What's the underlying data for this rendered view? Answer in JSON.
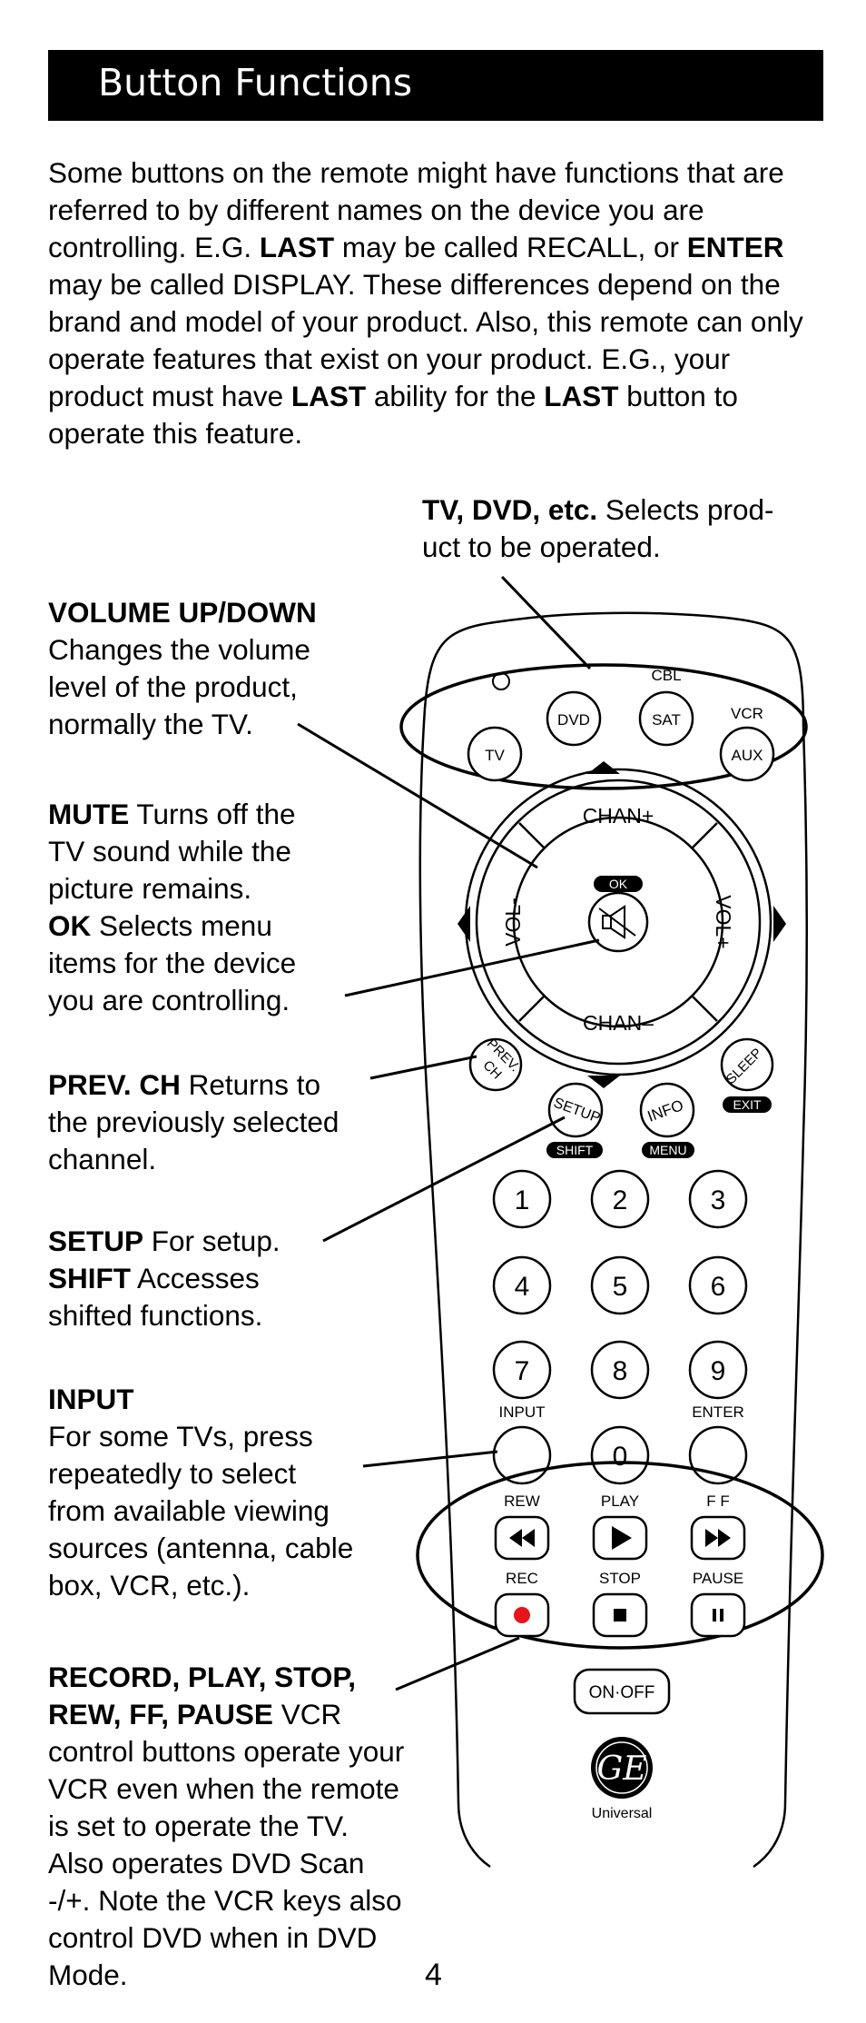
{
  "header": {
    "title": "Button Functions"
  },
  "intro": [
    {
      "t": "Some buttons on the remote might have functions that are referred to by different names on the device you are controlling. E.G. "
    },
    {
      "t": "LAST",
      "b": true
    },
    {
      "t": " may be called RECALL, or "
    },
    {
      "t": "ENTER",
      "b": true
    },
    {
      "t": " may be called DISPLAY. These differences depend on the brand and model of your product. Also, this remote can only operate features that exist on your product. E.G., your product must have "
    },
    {
      "t": "LAST",
      "b": true
    },
    {
      "t": " ability for the "
    },
    {
      "t": "LAST",
      "b": true
    },
    {
      "t": " button to operate this feature."
    }
  ],
  "annotations": {
    "tv_dvd": [
      {
        "t": "TV, DVD, etc.",
        "b": true
      },
      {
        "t": " Selects prod-"
      },
      {
        "br": true
      },
      {
        "t": "uct to be operated."
      }
    ],
    "volume": [
      {
        "t": "VOLUME UP/DOWN",
        "b": true
      },
      {
        "br": true
      },
      {
        "t": "Changes the volume"
      },
      {
        "br": true
      },
      {
        "t": "level of the product,"
      },
      {
        "br": true
      },
      {
        "t": "normally the TV."
      }
    ],
    "mute_ok": [
      {
        "t": "MUTE",
        "b": true
      },
      {
        "t": " Turns off the"
      },
      {
        "br": true
      },
      {
        "t": "TV sound while the"
      },
      {
        "br": true
      },
      {
        "t": "picture remains."
      },
      {
        "br": true
      },
      {
        "t": "OK",
        "b": true
      },
      {
        "t": " Selects menu"
      },
      {
        "br": true
      },
      {
        "t": "items for the device"
      },
      {
        "br": true
      },
      {
        "t": "you are controlling."
      }
    ],
    "prev_ch": [
      {
        "t": "PREV. CH",
        "b": true
      },
      {
        "t": " Returns to"
      },
      {
        "br": true
      },
      {
        "t": "the previously selected"
      },
      {
        "br": true
      },
      {
        "t": "channel."
      }
    ],
    "setup": [
      {
        "t": "SETUP",
        "b": true
      },
      {
        "t": " For setup."
      },
      {
        "br": true
      },
      {
        "t": "SHIFT",
        "b": true
      },
      {
        "t": " Accesses"
      },
      {
        "br": true
      },
      {
        "t": "shifted functions."
      }
    ],
    "input": [
      {
        "t": "INPUT",
        "b": true
      },
      {
        "br": true
      },
      {
        "t": "For some TVs, press"
      },
      {
        "br": true
      },
      {
        "t": "repeatedly to select"
      },
      {
        "br": true
      },
      {
        "t": "from available viewing"
      },
      {
        "br": true
      },
      {
        "t": "sources (antenna, cable"
      },
      {
        "br": true
      },
      {
        "t": "box, VCR, etc.)."
      }
    ],
    "record": [
      {
        "t": "RECORD, PLAY, STOP,",
        "b": true
      },
      {
        "br": true
      },
      {
        "t": "REW, FF, PAUSE",
        "b": true
      },
      {
        "t": " VCR"
      },
      {
        "br": true
      },
      {
        "t": "control buttons operate your"
      },
      {
        "br": true
      },
      {
        "t": "VCR even when the remote"
      },
      {
        "br": true
      },
      {
        "t": "is set to operate the TV."
      },
      {
        "br": true
      },
      {
        "t": "Also operates DVD Scan"
      },
      {
        "br": true
      },
      {
        "t": "-/+. Note the VCR keys also"
      },
      {
        "br": true
      },
      {
        "t": "control DVD when in DVD"
      },
      {
        "br": true
      },
      {
        "t": "Mode."
      }
    ]
  },
  "remote": {
    "device_buttons": {
      "tv": "TV",
      "dvd": "DVD",
      "sat": "SAT",
      "aux": "AUX",
      "cbl": "CBL",
      "vcr": "VCR"
    },
    "dpad": {
      "chan_up": "CHAN+",
      "chan_down": "CHAN–",
      "vol_down": "VOL-",
      "vol_up": "VOL+",
      "ok": "OK"
    },
    "prev_ch": "PREV. CH",
    "sleep": "SLEEP",
    "exit": "EXIT",
    "setup": "SETUP",
    "shift": "SHIFT",
    "info": "INFO",
    "menu": "MENU",
    "digits": [
      "1",
      "2",
      "3",
      "4",
      "5",
      "6",
      "7",
      "8",
      "9"
    ],
    "input": "INPUT",
    "zero": "0",
    "enter": "ENTER",
    "transport_labels": {
      "rew": "REW",
      "play": "PLAY",
      "ff": "F F",
      "rec": "REC",
      "stop": "STOP",
      "pause": "PAUSE"
    },
    "on_off": "ON·OFF",
    "brand_logo": "GE",
    "brand_caption": "Universal",
    "rec_color": "#e8141c"
  },
  "page_number": "4"
}
